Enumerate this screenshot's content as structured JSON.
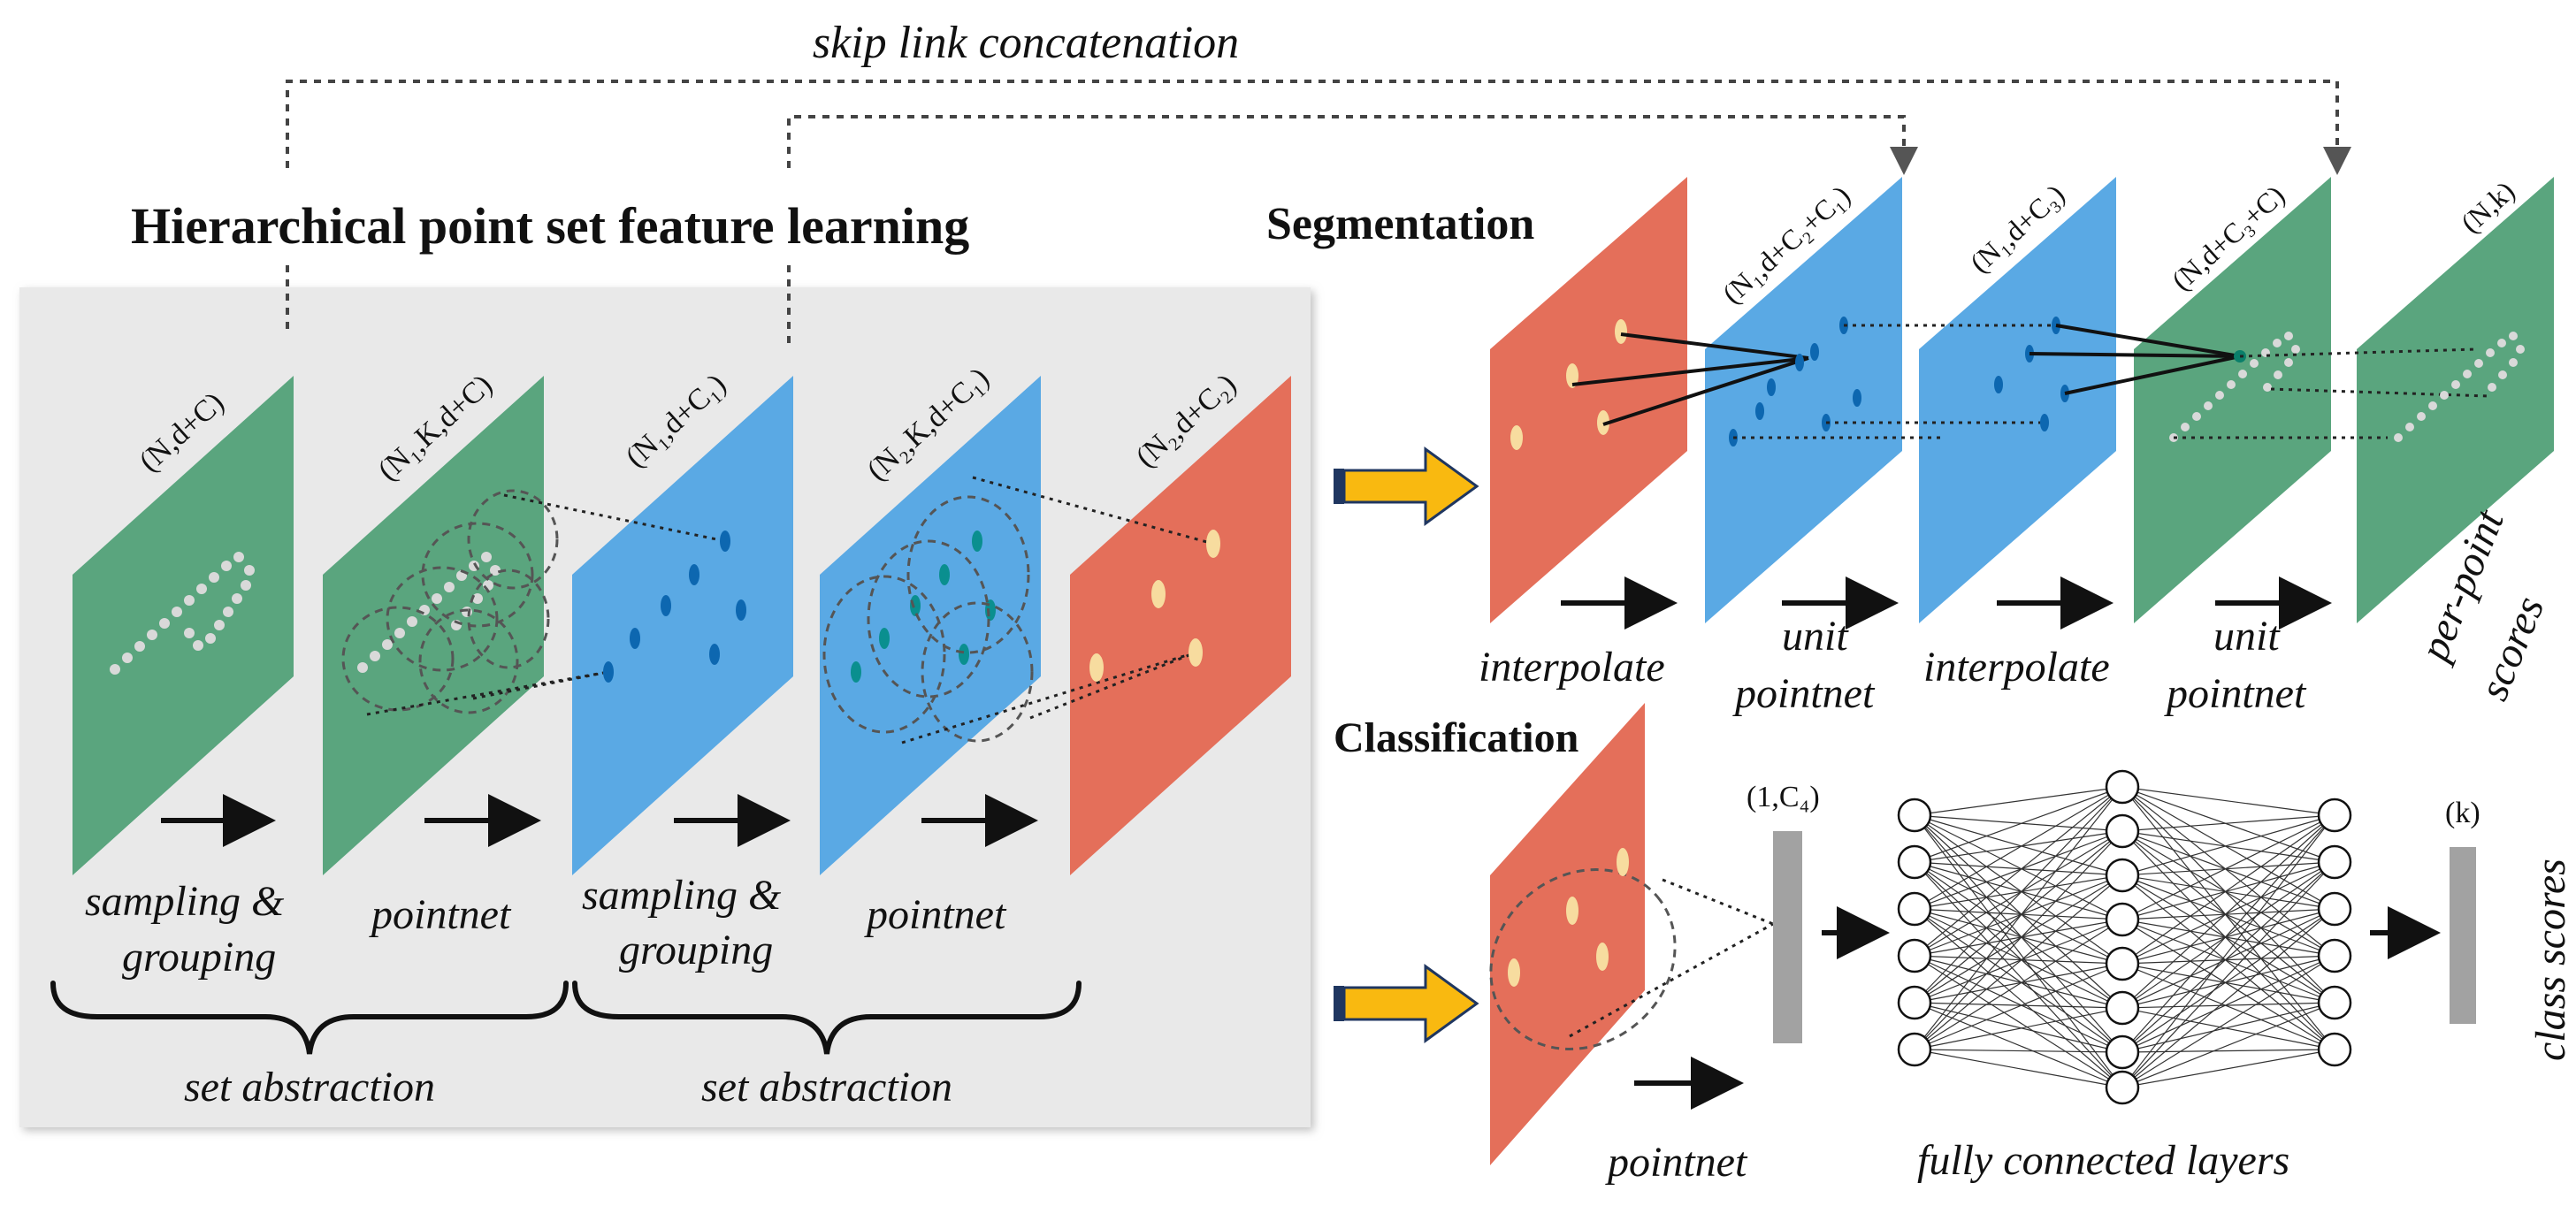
{
  "skip_link": "skip link concatenation",
  "sections": {
    "hierarchical": "Hierarchical point set feature learning",
    "segmentation": "Segmentation",
    "classification": "Classification"
  },
  "left": {
    "layer_labels": [
      "(N,d+C)",
      "(N₁,K,d+C)",
      "(N₁,d+C₁)",
      "(N₂,K,d+C₁)",
      "(N₂,d+C₂)"
    ],
    "op_labels": [
      "sampling &",
      "grouping",
      "pointnet",
      "sampling &",
      "grouping",
      "pointnet"
    ],
    "brace_labels": [
      "set abstraction",
      "set abstraction"
    ]
  },
  "segmentation": {
    "layer_labels": [
      "(N₁,d+C₂+C₁)",
      "(N₁,d+C₃)",
      "(N,d+C₃+C)",
      "(N,k)"
    ],
    "op_labels": [
      "interpolate",
      "unit",
      "pointnet",
      "interpolate",
      "unit",
      "pointnet",
      "per-point",
      "scores"
    ]
  },
  "classification": {
    "feature_label": "(1,C₄)",
    "output_label": "(k)",
    "op_labels": [
      "pointnet",
      "fully connected layers",
      "class scores"
    ]
  },
  "colors": {
    "green": "#5aa57e",
    "blue": "#5aa9e4",
    "red": "#e46f5a",
    "panel": "#e9e9e9",
    "arrow_yellow": "#f9b910",
    "bar_gray": "#a2a2a2",
    "dot_pale": "#f7dc9f",
    "dot_blue": "#0d67b0",
    "dot_teal": "#0a8f8f"
  }
}
